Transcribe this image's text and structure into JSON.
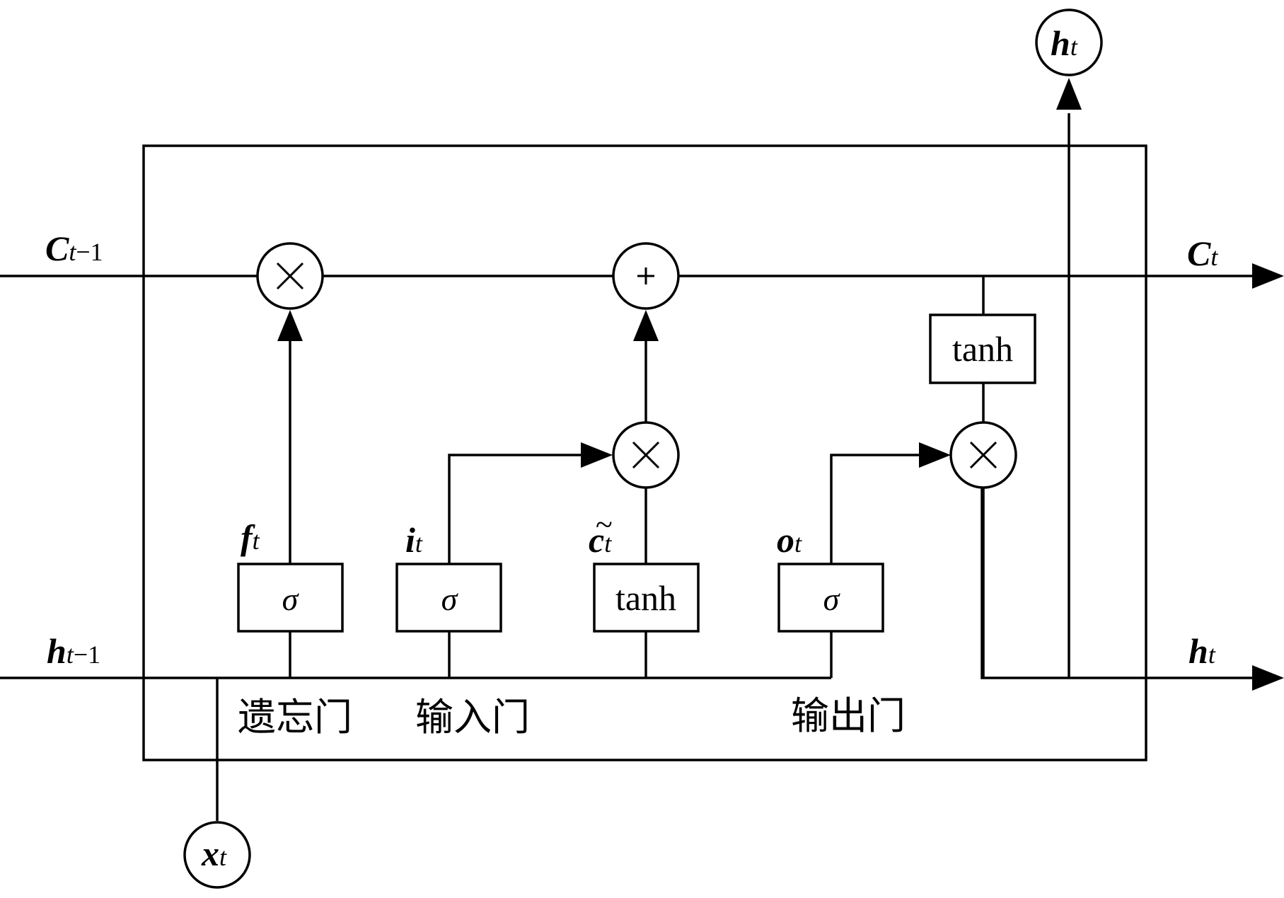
{
  "labels": {
    "c_prev": {
      "main": "C",
      "sub": "t",
      "sub_suffix": "−1"
    },
    "c_next": {
      "main": "C",
      "sub": "t"
    },
    "h_prev": {
      "main": "h",
      "sub": "t",
      "sub_suffix": "−1"
    },
    "h_next": {
      "main": "h",
      "sub": "t"
    },
    "h_out": {
      "main": "h",
      "sub": "t"
    },
    "x_in": {
      "main": "x",
      "sub": "t"
    },
    "f_gate": {
      "main": "f",
      "sub": "t"
    },
    "i_gate": {
      "main": "i",
      "sub": "t"
    },
    "c_tilde": {
      "main": "c",
      "sub": "t",
      "accent": "~"
    },
    "o_gate": {
      "main": "o",
      "sub": "t"
    }
  },
  "boxes": {
    "forget": "σ",
    "input": "σ",
    "candidate": "tanh",
    "output": "σ",
    "cell_tanh": "tanh"
  },
  "operators": {
    "multiply": "×",
    "add": "+"
  },
  "gate_names": {
    "forget": "遗忘门",
    "input": "输入门",
    "output": "输出门"
  }
}
